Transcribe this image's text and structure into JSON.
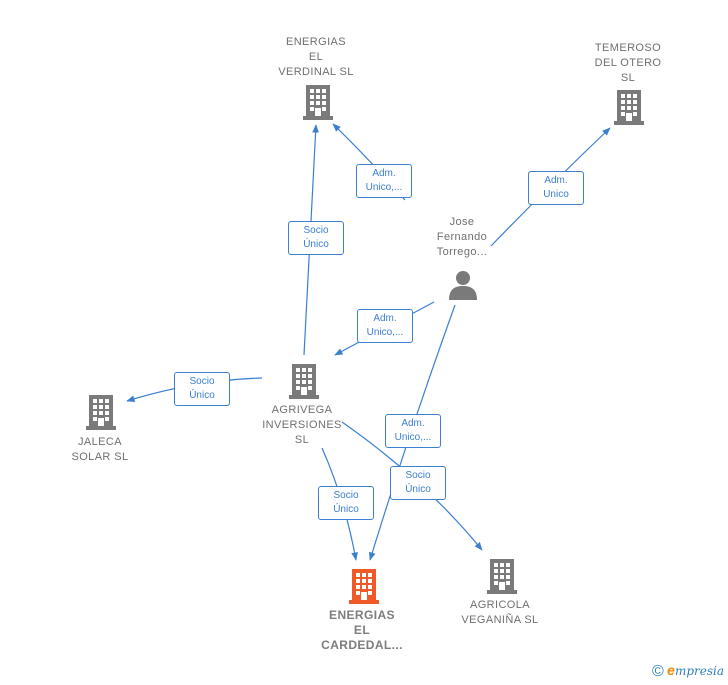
{
  "colors": {
    "edge": "#3b7fd1",
    "company": "#7a7a7a",
    "focus_company": "#f05a28",
    "person": "#7a7a7a"
  },
  "nodes": [
    {
      "id": "verdinal",
      "kind": "company",
      "icon": "building-icon",
      "label": "ENERGIAS\nEL\nVERDINAL  SL"
    },
    {
      "id": "temeroso",
      "kind": "company",
      "icon": "building-icon",
      "label": "TEMEROSO\nDEL OTERO\nSL"
    },
    {
      "id": "jose",
      "kind": "person",
      "icon": "person-icon",
      "label": "Jose\nFernando\nTorrego..."
    },
    {
      "id": "agrivega",
      "kind": "company",
      "icon": "building-icon",
      "label": "AGRIVEGA\nINVERSIONES\nSL"
    },
    {
      "id": "jaleca",
      "kind": "company",
      "icon": "building-icon",
      "label": "JALECA\nSOLAR SL"
    },
    {
      "id": "cardedal",
      "kind": "focus",
      "icon": "building-icon",
      "label": "ENERGIAS\nEL\nCARDEDAL..."
    },
    {
      "id": "veganina",
      "kind": "company",
      "icon": "building-icon",
      "label": "AGRICOLA\nVEGANIÑA  SL"
    }
  ],
  "edges": [
    {
      "from": "jose",
      "to": "verdinal",
      "label": "Adm.\nUnico,..."
    },
    {
      "from": "jose",
      "to": "temeroso",
      "label": "Adm.\nUnico"
    },
    {
      "from": "agrivega",
      "to": "verdinal",
      "label": "Socio\nÚnico"
    },
    {
      "from": "jose",
      "to": "agrivega",
      "label": "Adm.\nUnico,..."
    },
    {
      "from": "agrivega",
      "to": "jaleca",
      "label": "Socio\nÚnico"
    },
    {
      "from": "jose",
      "to": "cardedal",
      "label": "Adm.\nUnico,..."
    },
    {
      "from": "agrivega",
      "to": "cardedal",
      "label": "Socio\nÚnico"
    },
    {
      "from": "agrivega",
      "to": "veganina",
      "label": "Socio\nÚnico"
    }
  ],
  "brand": {
    "copyright": "©",
    "initial": "e",
    "rest": "mpresia"
  }
}
